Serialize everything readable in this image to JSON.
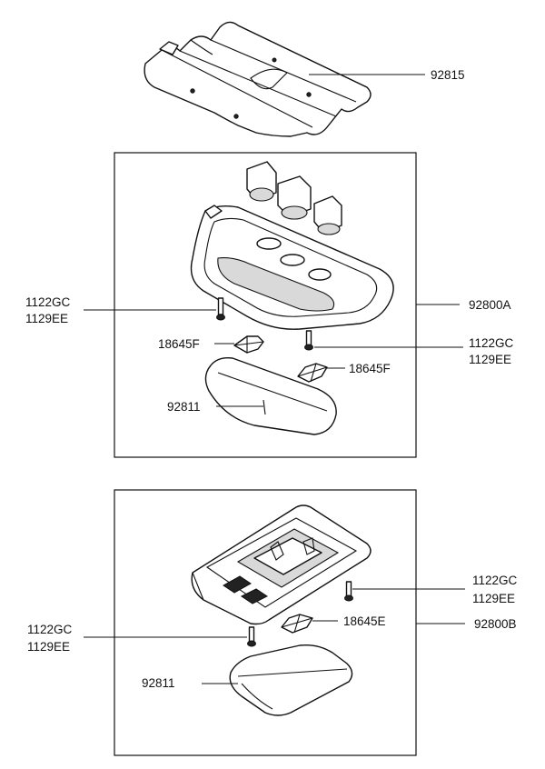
{
  "callouts": {
    "top_cover": "92815",
    "a_assembly": "92800A",
    "a_screw_left_1": "1122GC",
    "a_screw_left_2": "1129EE",
    "a_screw_right_1": "1122GC",
    "a_screw_right_2": "1129EE",
    "a_bulb_left": "18645F",
    "a_bulb_right": "18645F",
    "a_lens": "92811",
    "b_assembly": "92800B",
    "b_screw_right_1": "1122GC",
    "b_screw_right_2": "1129EE",
    "b_screw_left_1": "1122GC",
    "b_screw_left_2": "1129EE",
    "b_bulb": "18645E",
    "b_lens": "92811"
  }
}
